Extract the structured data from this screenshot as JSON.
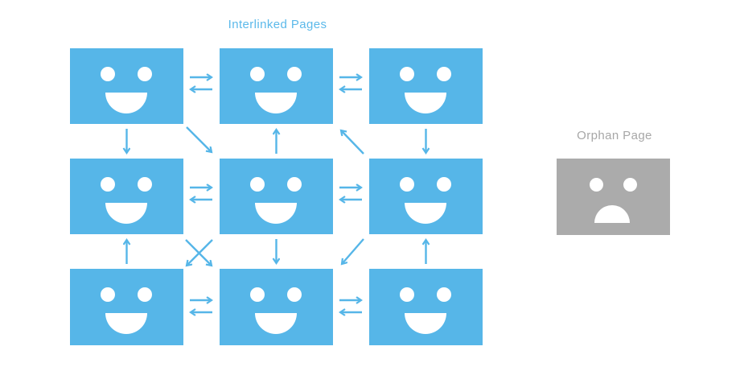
{
  "title": "Interlinked Pages",
  "orphan": {
    "label": "Orphan Page"
  },
  "colors": {
    "blue": "#56b6e8",
    "gray": "#ababab",
    "title_text": "#5bb9ea",
    "orphan_text": "#a7a7a7"
  },
  "diagram": {
    "interlinked_pages": {
      "label": "Interlinked Pages",
      "layout": "3x3 grid",
      "node_icon": "happy-face",
      "nodes": [
        "page-1",
        "page-2",
        "page-3",
        "page-4",
        "page-5",
        "page-6",
        "page-7",
        "page-8",
        "page-9"
      ],
      "links": [
        {
          "from": "page-1",
          "to": "page-2",
          "type": "bidirectional"
        },
        {
          "from": "page-2",
          "to": "page-3",
          "type": "bidirectional"
        },
        {
          "from": "page-4",
          "to": "page-5",
          "type": "bidirectional"
        },
        {
          "from": "page-5",
          "to": "page-6",
          "type": "bidirectional"
        },
        {
          "from": "page-7",
          "to": "page-8",
          "type": "bidirectional"
        },
        {
          "from": "page-8",
          "to": "page-9",
          "type": "bidirectional"
        },
        {
          "from": "page-1",
          "to": "page-4",
          "type": "vertical-down"
        },
        {
          "from": "page-5",
          "to": "page-2",
          "type": "vertical-up"
        },
        {
          "from": "page-3",
          "to": "page-6",
          "type": "vertical-down"
        },
        {
          "from": "page-7",
          "to": "page-4",
          "type": "vertical-up"
        },
        {
          "from": "page-5",
          "to": "page-8",
          "type": "vertical-down"
        },
        {
          "from": "page-9",
          "to": "page-6",
          "type": "vertical-up"
        },
        {
          "from": "page-1",
          "to": "page-5",
          "type": "diagonal"
        },
        {
          "from": "page-6",
          "to": "page-2",
          "type": "diagonal"
        },
        {
          "from": "page-4",
          "to": "page-8",
          "type": "diagonal"
        },
        {
          "from": "page-5",
          "to": "page-7",
          "type": "diagonal"
        },
        {
          "from": "page-6",
          "to": "page-8",
          "type": "diagonal"
        }
      ]
    },
    "orphan_page": {
      "label": "Orphan Page",
      "node_icon": "sad-face",
      "nodes": [
        "orphan-page"
      ],
      "links": []
    }
  }
}
